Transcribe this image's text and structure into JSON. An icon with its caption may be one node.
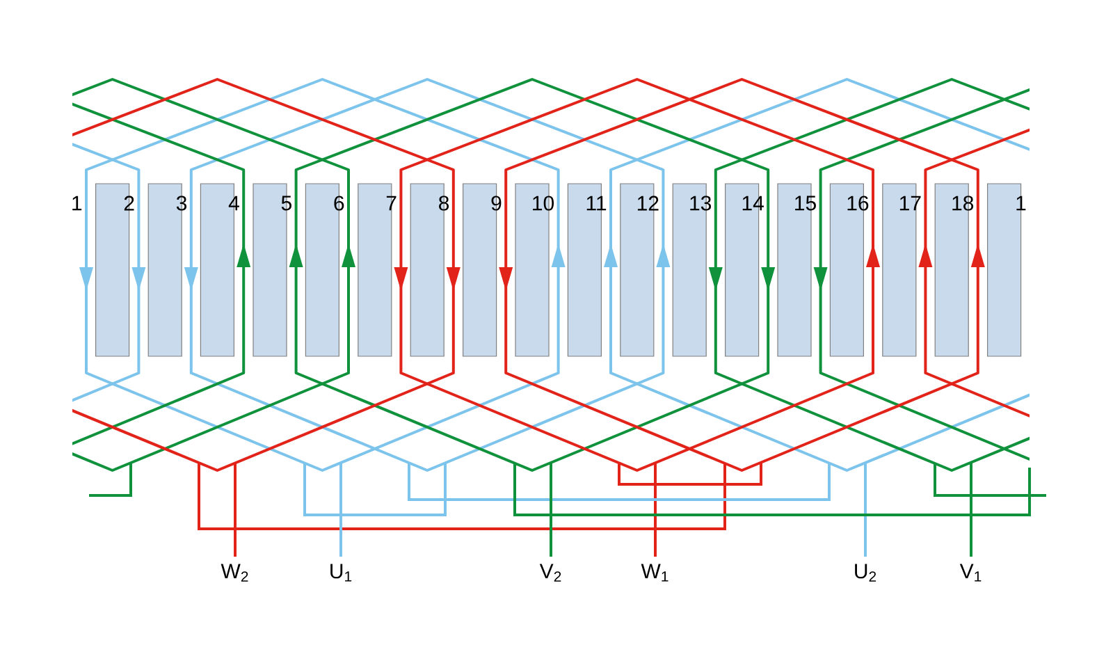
{
  "diagram": {
    "labels": [
      "1",
      "2",
      "3",
      "4",
      "5",
      "6",
      "7",
      "8",
      "9",
      "10",
      "11",
      "12",
      "13",
      "14",
      "15",
      "16",
      "17",
      "18",
      "1",
      "W$_{2}$",
      "U$_{1}$",
      "V$_{2}$",
      "W$_{1}$",
      "U$_{2}$",
      "V$_{1}$"
    ]
  }
}
